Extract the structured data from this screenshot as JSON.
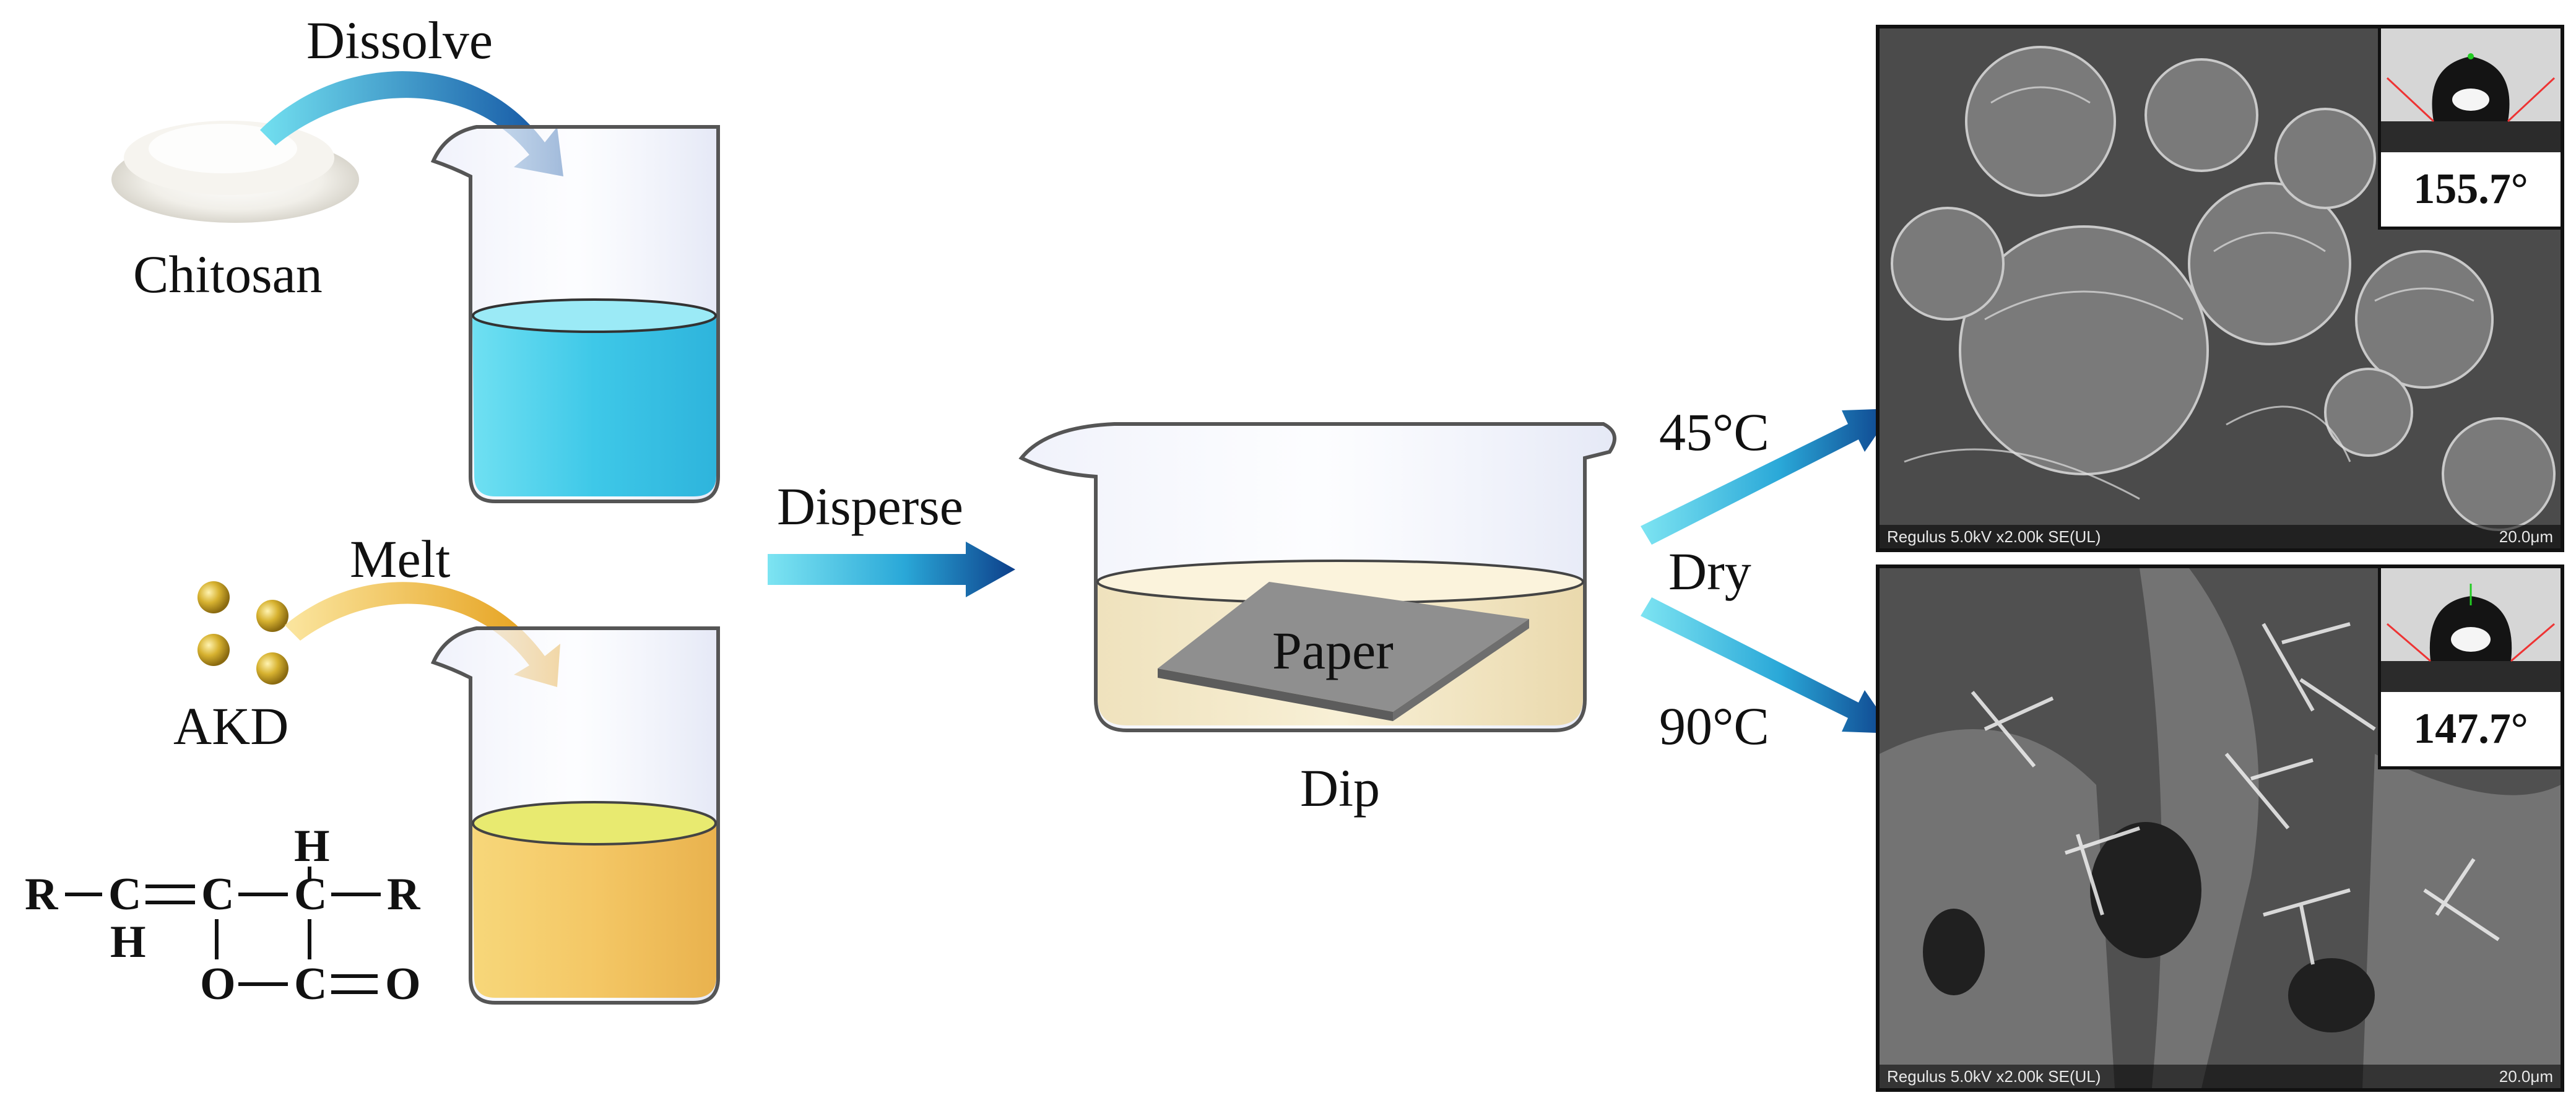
{
  "labels": {
    "dissolve": "Dissolve",
    "chitosan": "Chitosan",
    "melt": "Melt",
    "akd": "AKD",
    "disperse": "Disperse",
    "paper": "Paper",
    "dip": "Dip",
    "temp_low": "45°C",
    "dry": "Dry",
    "temp_high": "90°C"
  },
  "structure": {
    "r_left": "R",
    "c1": "C",
    "h_below": "H",
    "c2": "C",
    "h_above": "H",
    "c3": "C",
    "r_right": "R",
    "o_ring": "O",
    "c4": "C",
    "o_carbonyl": "O"
  },
  "sem_images": [
    {
      "footer_left": "Regulus 5.0kV x2.00k SE(UL)",
      "footer_right": "20.0μm",
      "contact_angle": "155.7°",
      "morphology": "spherical-clusters"
    },
    {
      "footer_left": "Regulus 5.0kV x2.00k SE(UL)",
      "footer_right": "20.0μm",
      "contact_angle": "147.7°",
      "morphology": "flake-crystals"
    }
  ],
  "colors": {
    "chitosan_solution": "#4fd3ec",
    "akd_melt": "#f0c060",
    "blue_arrow": "#1a5fa8",
    "gold_arrow": "#f2b830",
    "dispersion": "#f3e6c4",
    "paper": "#8d8d8d"
  }
}
